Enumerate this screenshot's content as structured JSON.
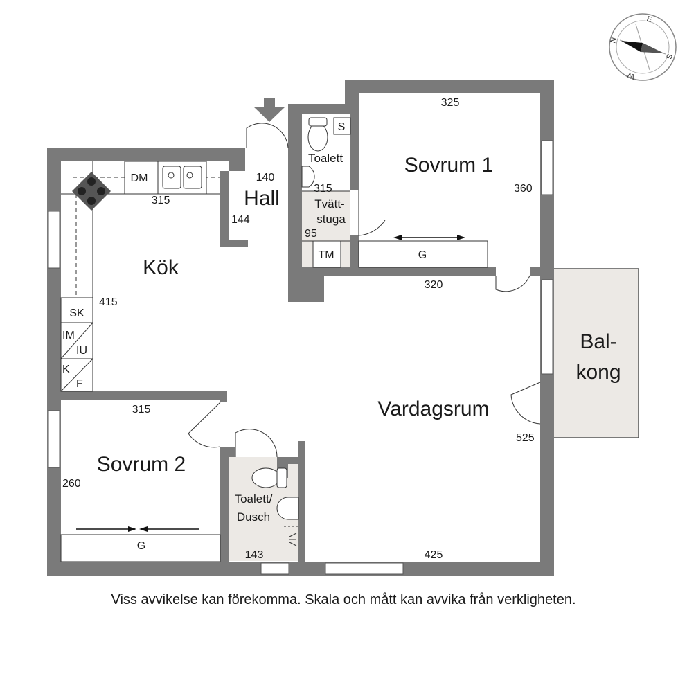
{
  "rooms": {
    "kitchen": "Kök",
    "hall": "Hall",
    "bedroom1": "Sovrum 1",
    "bedroom2": "Sovrum 2",
    "living": "Vardagsrum",
    "toilet": "Toalett",
    "laundry_line1": "Tvätt-",
    "laundry_line2": "stuga",
    "toilet_shower_line1": "Toalett/",
    "toilet_shower_line2": "Dusch",
    "balcony_line1": "Bal-",
    "balcony_line2": "kong"
  },
  "dimensions": {
    "kitchen_width": "315",
    "kitchen_depth": "415",
    "hall_width": "140",
    "hall_depth": "144",
    "laundry_width": "315",
    "laundry_depth": "95",
    "bedroom1_width": "325",
    "bedroom1_depth": "360",
    "bedroom1_wall": "320",
    "bedroom2_width": "315",
    "bedroom2_depth": "260",
    "living_depth": "525",
    "living_width": "425",
    "bath_width": "143"
  },
  "fixtures": {
    "dishwasher": "DM",
    "wardrobe_sk": "SK",
    "im": "IM",
    "iu": "IU",
    "k": "K",
    "f": "F",
    "wardrobe_s": "S",
    "dryer": "TM",
    "wardrobe_g1": "G",
    "wardrobe_g2": "G"
  },
  "compass": {
    "n": "N",
    "e": "E",
    "s": "S",
    "w": "W"
  },
  "disclaimer": "Viss avvikelse kan förekomma. Skala och mått kan avvika från verkligheten.",
  "colors": {
    "wall": "#7a7a7a",
    "wet_room": "#ece9e5",
    "balcony": "#ece9e5"
  }
}
